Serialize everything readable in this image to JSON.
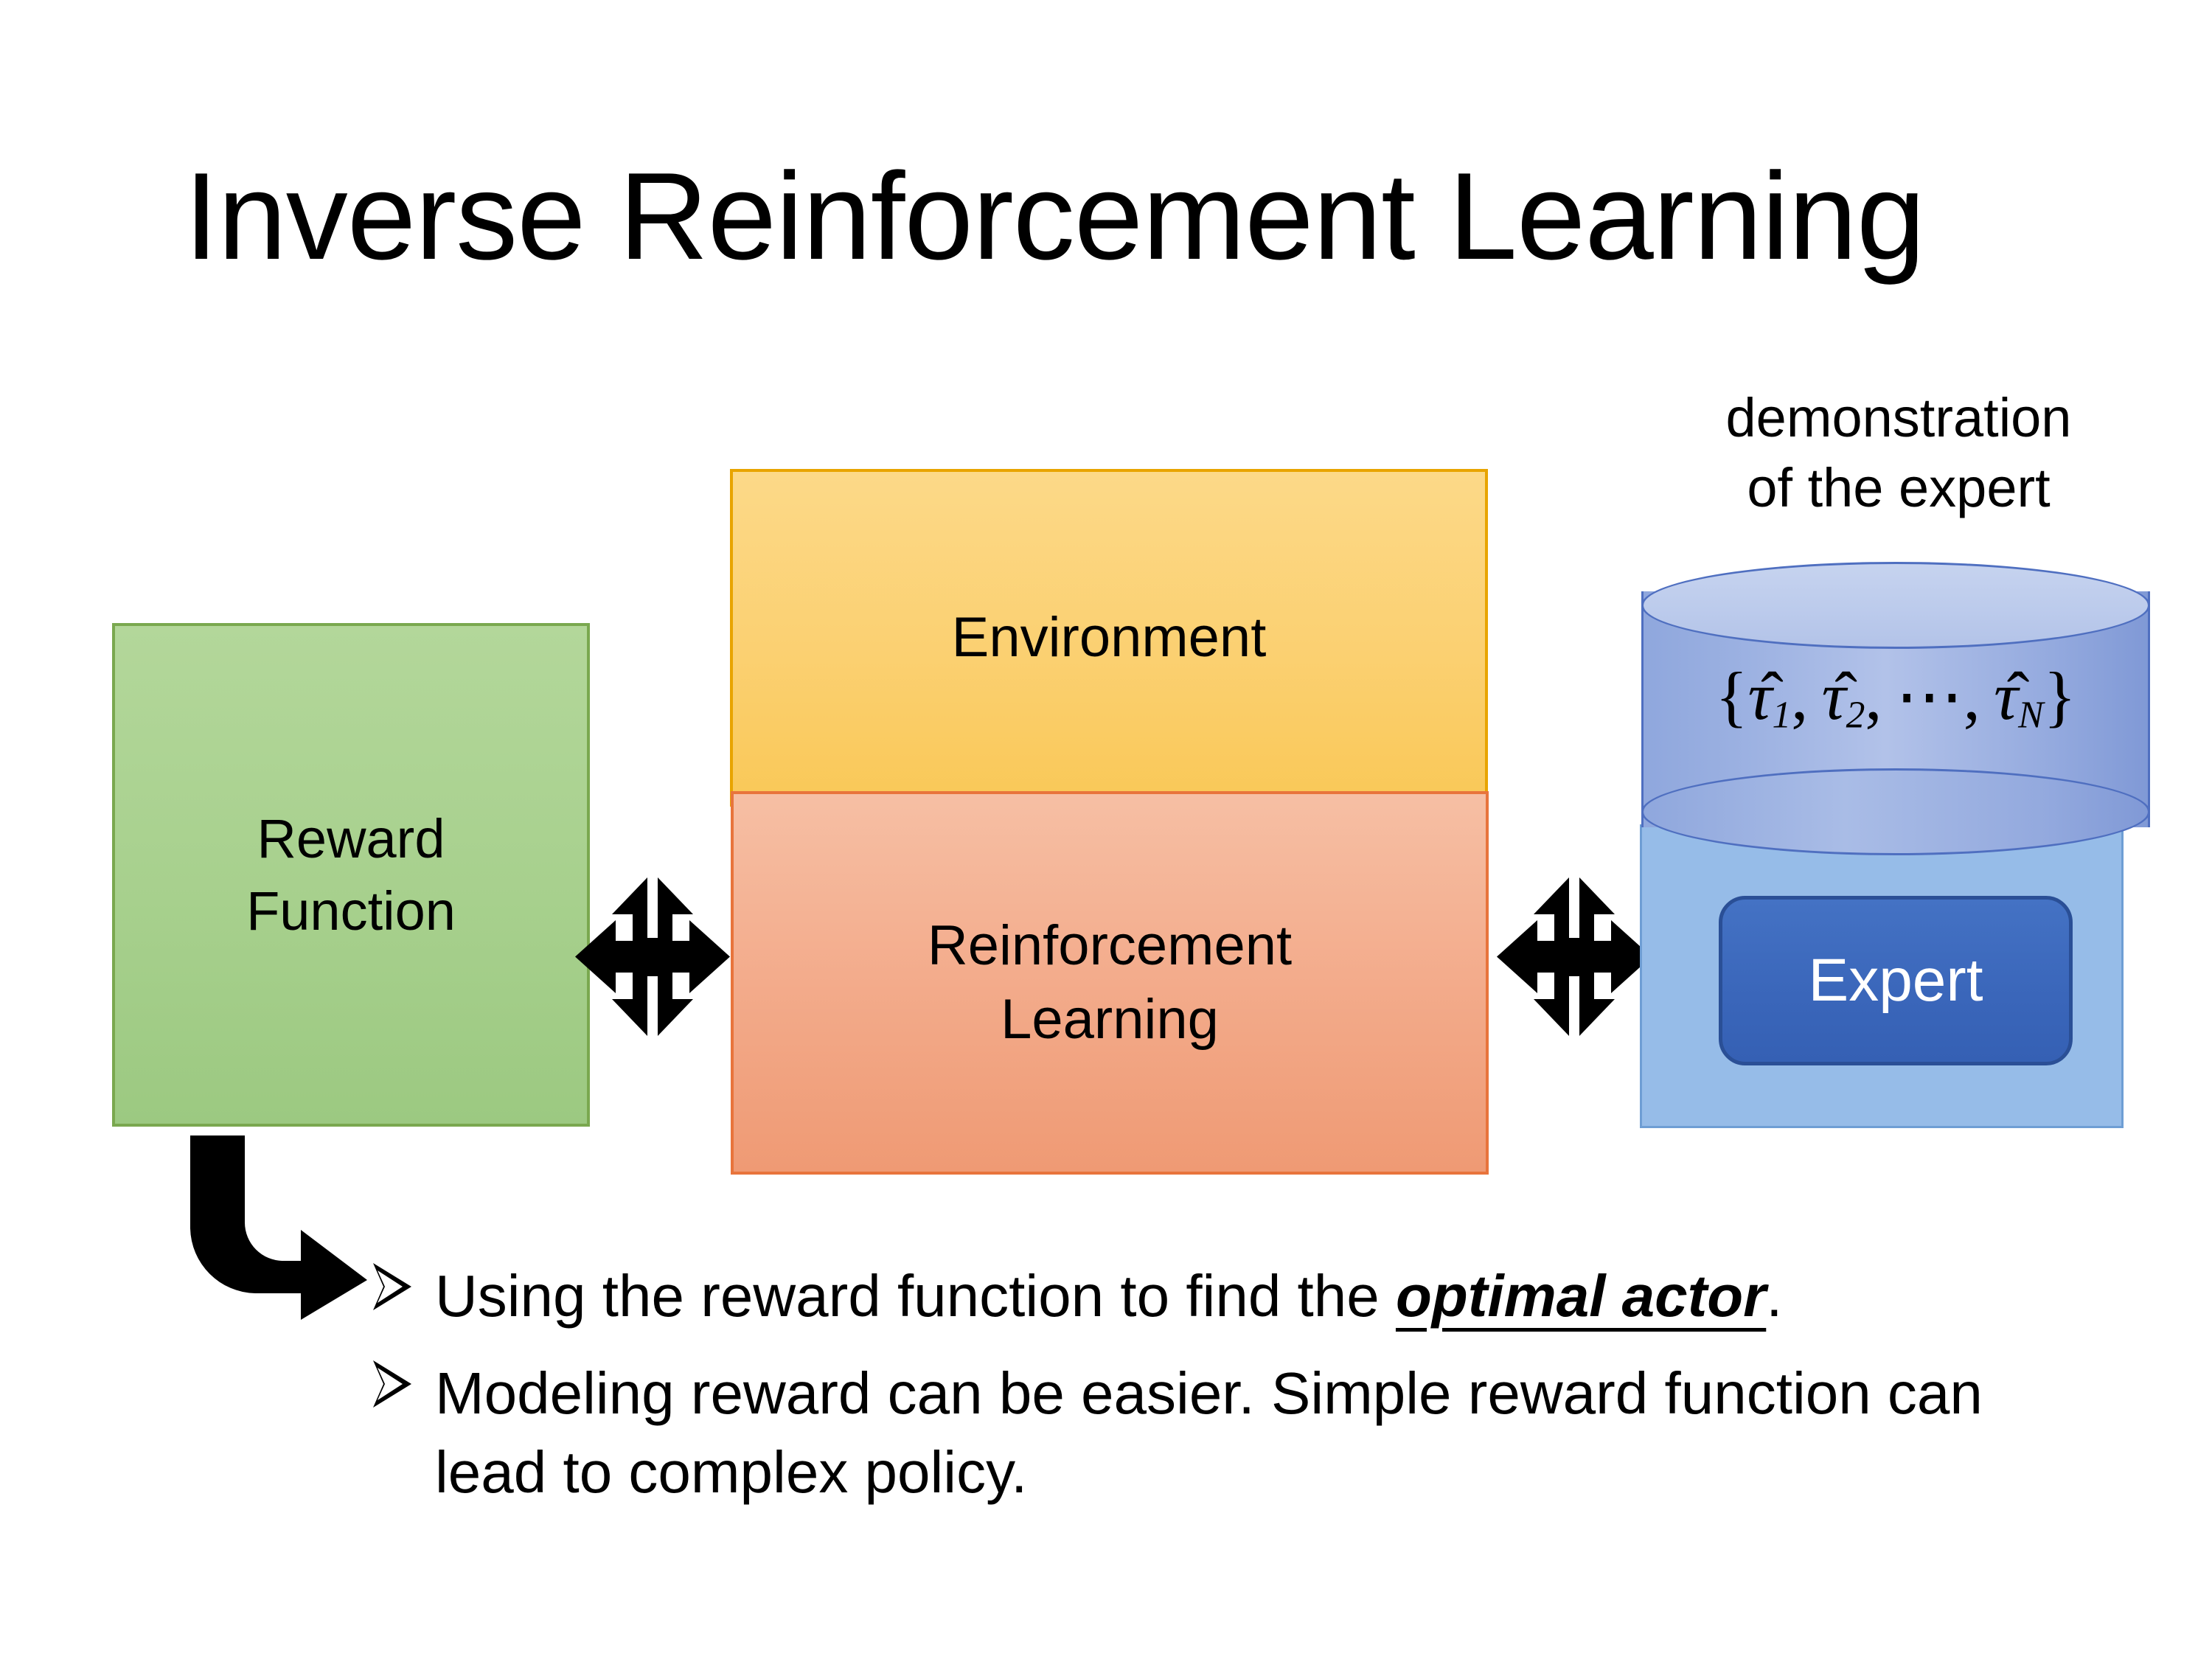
{
  "slide": {
    "title": "Inverse Reinforcement Learning",
    "background_color": "#FFFFFF"
  },
  "diagram": {
    "boxes": [
      {
        "id": "environment",
        "label": "Environment",
        "fill_color": "#FBD071",
        "border_color": "#E8A400",
        "text_color": "#000000"
      },
      {
        "id": "reinforcement-learning",
        "label_line1": "Reinforcement",
        "label_line2": "Learning",
        "fill_color": "#F3AB8B",
        "border_color": "#E8743C",
        "text_color": "#000000"
      },
      {
        "id": "reward-function",
        "label_line1": "Reward",
        "label_line2": "Function",
        "fill_color": "#A7D08D",
        "border_color": "#7AA84F",
        "text_color": "#000000"
      }
    ],
    "expert_group": {
      "caption_line1": "demonstration",
      "caption_line2": "of the expert",
      "panel_fill_color": "#96BCE8",
      "panel_border_color": "#6E9ED4",
      "expert_label": "Expert",
      "expert_fill_color": "#4472C4",
      "expert_border_color": "#2A4F96",
      "expert_text_color": "#FFFFFF",
      "cylinder": {
        "body_fill_color": "#9DB2E2",
        "top_fill_color": "#BCCBEC",
        "border_color": "#4F6FC0",
        "math_open_brace": "{",
        "math_tau1": "τ",
        "math_tau1_sub": "1",
        "math_tau2": "τ",
        "math_tau2_sub": "2",
        "math_ellipsis": "⋯",
        "math_tauN": "τ",
        "math_tauN_sub": "N",
        "math_close_brace": "}",
        "math_comma": ",",
        "math_hat": "̂",
        "math_plain": "{τ̂1, τ̂2, ⋯, τ̂N}"
      }
    },
    "arrows": [
      {
        "id": "environment-to-rl",
        "kind": "down-arrow",
        "color": "#000000"
      },
      {
        "id": "reward-rl-exchange",
        "kind": "quad-arrow",
        "color": "#000000"
      },
      {
        "id": "rl-expert-exchange",
        "kind": "quad-arrow",
        "color": "#000000"
      },
      {
        "id": "reward-to-bullets",
        "kind": "elbow-arrow",
        "color": "#000000"
      }
    ]
  },
  "bullets": {
    "marker_glyph": "➤",
    "items": [
      {
        "pre": "Using the reward function to find the ",
        "emphasis": "optimal actor",
        "post": "."
      },
      {
        "pre": "Modeling reward can be easier. Simple reward function can lead to complex policy.",
        "emphasis": "",
        "post": ""
      }
    ]
  }
}
